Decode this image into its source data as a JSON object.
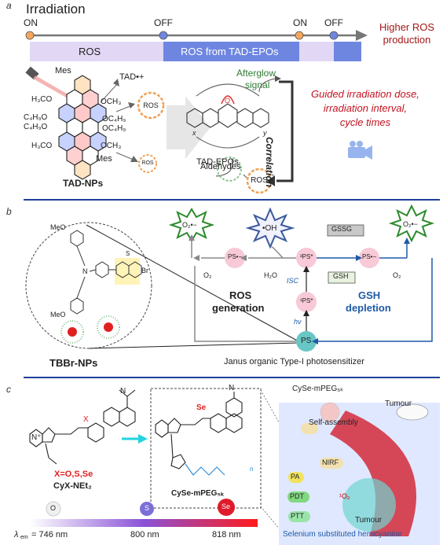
{
  "panel_a": {
    "letter": "a",
    "title": "Irradiation",
    "timeline": {
      "states": [
        "ON",
        "OFF",
        "ON",
        "OFF"
      ],
      "bars": [
        "ROS",
        "ROS from TAD-EPOs"
      ]
    },
    "higher_ros": [
      "Higher ROS",
      "production"
    ],
    "tad_cation": "TAD•+",
    "mol_labels": {
      "mes_top": "Mes",
      "mes_bottom": "Mes",
      "h3co_1": "H₃CO",
      "h3co_2": "H₃CO",
      "c4h9o_1": "C₄H₉O",
      "c4h9o_2": "C₄H₉O",
      "och3_1": "OCH₃",
      "och3_2": "OCH₃",
      "oc4h9_1": "OC₄H₉",
      "oc4h9_2": "OC₄H₉"
    },
    "ros_label": "ROS",
    "tad_nps": "TAD-NPs",
    "tad_epos": "TAD-EPOs",
    "afterglow": [
      "Afterglow",
      "signal"
    ],
    "correlation": "Correlation",
    "aldehydes": "Aldehydes",
    "guided": [
      "Guided irradiation dose,",
      "irradiation interval,",
      "cycle times"
    ],
    "x_label": "x",
    "y_label": "y",
    "o_label": "O"
  },
  "panel_b": {
    "letter": "b",
    "o2_radical": "O₂•−",
    "oh_radical": "•OH",
    "gssg": "GSSG",
    "gsh": "GSH",
    "ps_anion": "PS•−",
    "ps_triplet": "³PS*",
    "ps_singlet": "¹PS*",
    "ps": "PS",
    "o2": "O₂",
    "h2o": "H₂O",
    "isc": "ISC",
    "hv": "hν",
    "ros_generation": [
      "ROS",
      "generation"
    ],
    "gsh_depletion": [
      "GSH",
      "depletion"
    ],
    "tbbr_nps": "TBBr-NPs",
    "janus": "Janus organic Type-I photosensitizer",
    "meo": "MeO",
    "br": "Br",
    "n": "N",
    "s": "S"
  },
  "panel_c": {
    "letter": "c",
    "x_set": "X=O,S,Se",
    "cyx": "CyX-NEt₂",
    "cyse": "CySe-mPEG₅ₖ",
    "cyse_top": "CySe-mPEG₅ₖ",
    "self_assembly": "Self-assembly",
    "tumour_top": "Tumour",
    "tumour_bottom": "Tumour",
    "modes": [
      "NIRF",
      "PA",
      "PDT",
      "PTT"
    ],
    "o2_label": "¹O₂",
    "selenium": "Selenium substituted hemicyanine",
    "gradient_elements": [
      "O",
      "S",
      "Se"
    ],
    "lambda_label": "λ",
    "lambda_sub": "em",
    "lambda_values": [
      "= 746 nm",
      "800 nm",
      "818 nm"
    ],
    "x_atom": "X",
    "se_atom": "Se",
    "n_atom": "N",
    "n_plus": "N⁺",
    "n_count": "n"
  },
  "colors": {
    "accent_blue": "#1e3f9a",
    "dark_red": "#a31818",
    "ros_orange": "#e89040",
    "bar_lavender": "#e2d8f5",
    "bar_blue": "#6f86e0",
    "green_text": "#2e7d32"
  }
}
